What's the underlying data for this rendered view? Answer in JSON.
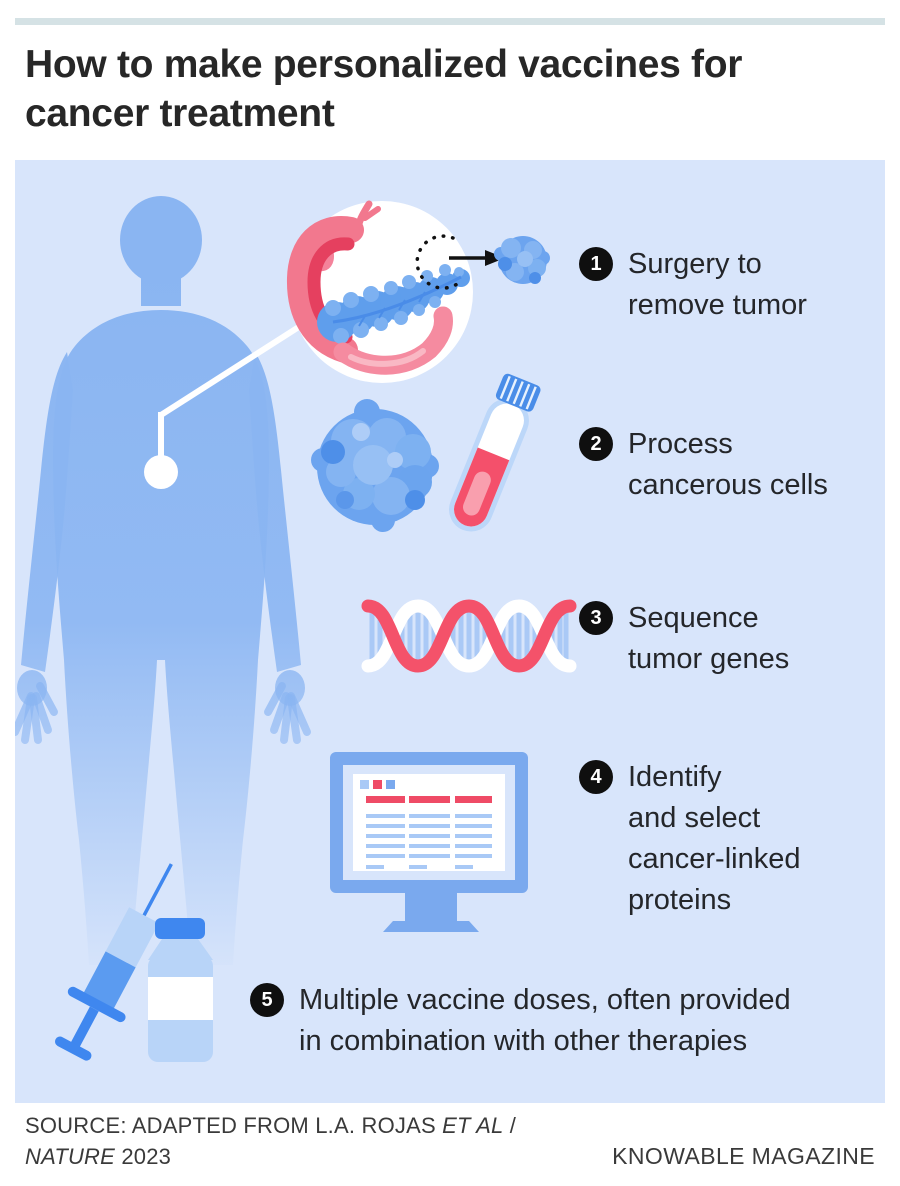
{
  "header": {
    "title_line1": "How to make personalized vaccines for",
    "title_line2": "cancer treatment"
  },
  "steps": [
    {
      "number": "1",
      "lines": [
        "Surgery to",
        "remove tumor"
      ]
    },
    {
      "number": "2",
      "lines": [
        "Process",
        "cancerous cells"
      ]
    },
    {
      "number": "3",
      "lines": [
        "Sequence",
        "tumor genes"
      ]
    },
    {
      "number": "4",
      "lines": [
        "Identify",
        "and select",
        "cancer-linked",
        "proteins"
      ]
    },
    {
      "number": "5",
      "lines": [
        "Multiple vaccine doses, often provided",
        "in combination with other therapies"
      ]
    }
  ],
  "icons": {
    "body": "human-body-silhouette",
    "inset": "pancreas-inset-icon",
    "excised_tumor": "excised-tumor-icon",
    "excision_arrow": "excision-arrow-icon",
    "tumor_cluster": "tumor-cells-icon",
    "test_tube": "blood-test-tube-icon",
    "dna": "dna-helix-icon",
    "monitor": "computer-monitor-data-icon",
    "syringe": "syringe-icon",
    "vial": "vaccine-vial-icon"
  },
  "colors": {
    "top_bar": "#d5e2e5",
    "panel_bg": "#d8e5fb",
    "body_blue": "#8ab5f2",
    "accent_blue": "#4a8de8",
    "frame_blue": "#7aa9ee",
    "light_blue": "#b8d4f8",
    "red": "#f4506b",
    "pink": "#f2788e",
    "badge_black": "#0f0f0f"
  },
  "footer": {
    "source_prefix": "SOURCE: ADAPTED FROM L.A. ROJAS ",
    "source_italic1": "ET AL",
    "source_mid": " /",
    "source_italic2": "NATURE",
    "source_suffix": " 2023",
    "credit": "KNOWABLE MAGAZINE"
  }
}
